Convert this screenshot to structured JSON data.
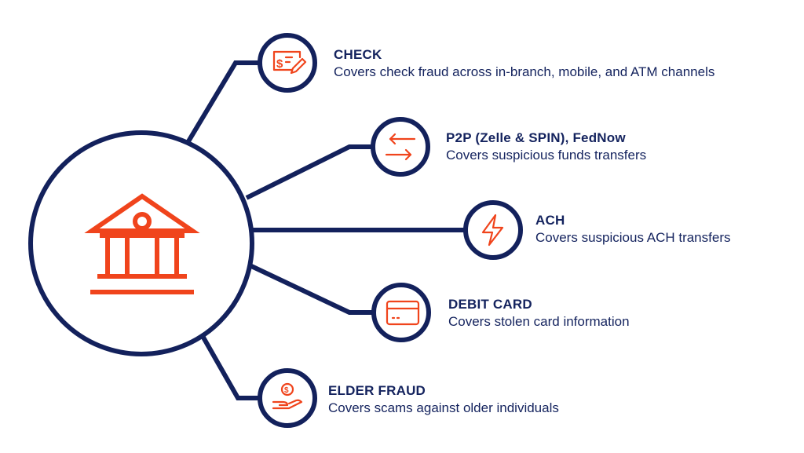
{
  "colors": {
    "navy": "#13215c",
    "accent": "#f0441c"
  },
  "center": {
    "icon": "bank-icon"
  },
  "items": [
    {
      "title": "CHECK",
      "description": "Covers check fraud across in-branch, mobile, and ATM channels",
      "icon": "check-payment-icon"
    },
    {
      "title": "P2P (Zelle & SPIN), FedNow",
      "description": "Covers suspicious funds transfers",
      "icon": "transfer-arrows-icon"
    },
    {
      "title": "ACH",
      "description": "Covers suspicious ACH transfers",
      "icon": "lightning-icon"
    },
    {
      "title": "DEBIT CARD",
      "description": "Covers stolen card information",
      "icon": "credit-card-icon"
    },
    {
      "title": "ELDER FRAUD",
      "description": "Covers scams against older individuals",
      "icon": "hand-coin-icon"
    }
  ]
}
